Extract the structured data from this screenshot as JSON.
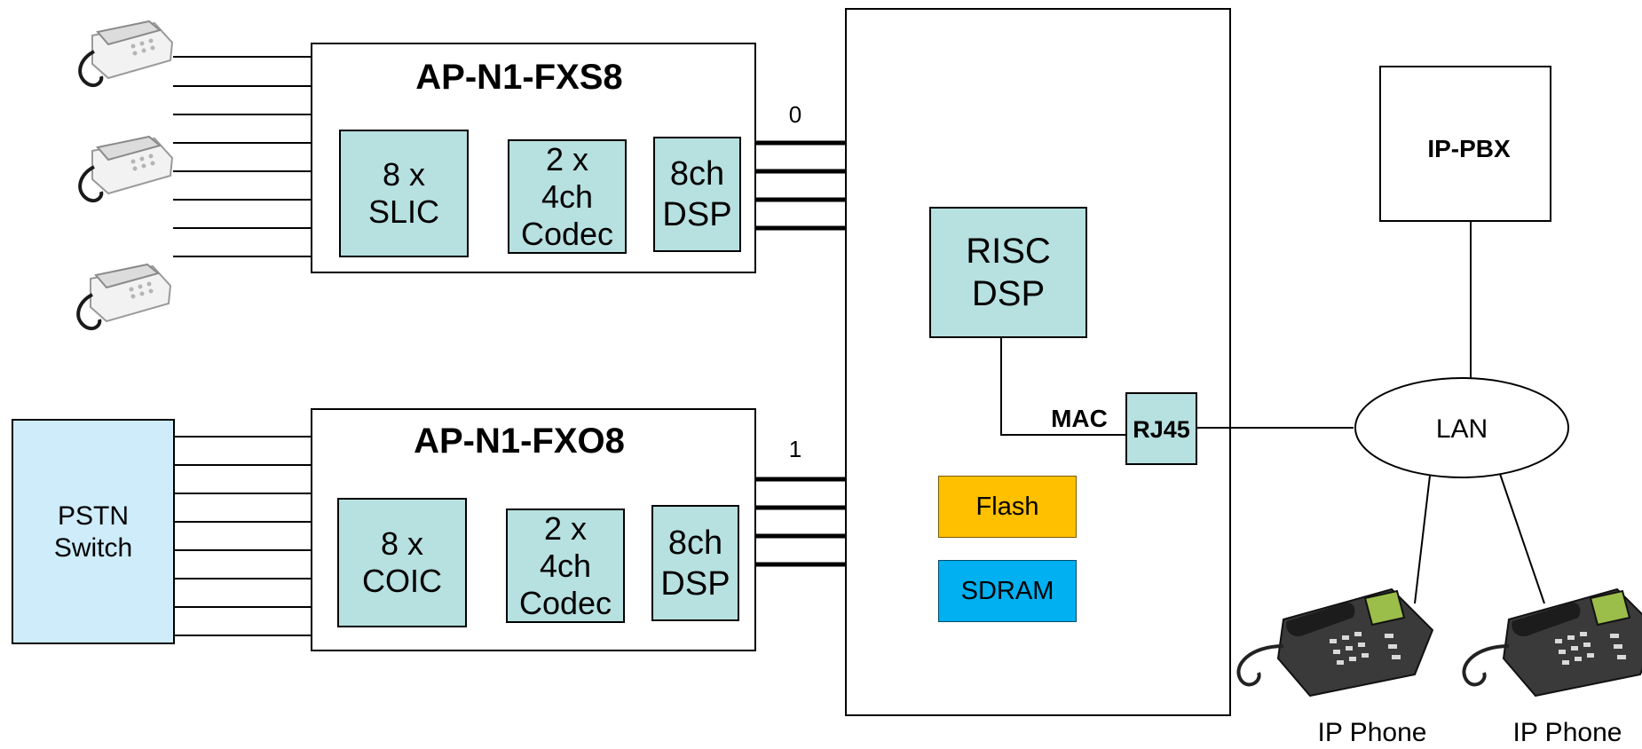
{
  "fxs_module": {
    "title": "AP-N1-FXS8",
    "slic": [
      "8 x",
      "SLIC"
    ],
    "codec": [
      "2 x",
      "4ch",
      "Codec"
    ],
    "dsp": [
      "8ch",
      "DSP"
    ],
    "port_label": "0"
  },
  "fxo_module": {
    "title": "AP-N1-FXO8",
    "coic": [
      "8 x",
      "COIC"
    ],
    "codec": [
      "2 x",
      "4ch",
      "Codec"
    ],
    "dsp": [
      "8ch",
      "DSP"
    ],
    "port_label": "1"
  },
  "pstn": [
    "PSTN",
    "Switch"
  ],
  "main_board": {
    "risc": [
      "RISC",
      "DSP"
    ],
    "mac_label": "MAC",
    "rj45_label": "RJ45",
    "flash_label": "Flash",
    "sdram_label": "SDRAM"
  },
  "ip_pbx_label": "IP-PBX",
  "lan_label": "LAN",
  "ip_phones": [
    "IP Phone",
    "IP Phone"
  ],
  "colors": {
    "chip": "#b7e0e0",
    "pstn": "#cfecfa",
    "flash": "#ffc000",
    "sdram": "#00b0f0"
  }
}
